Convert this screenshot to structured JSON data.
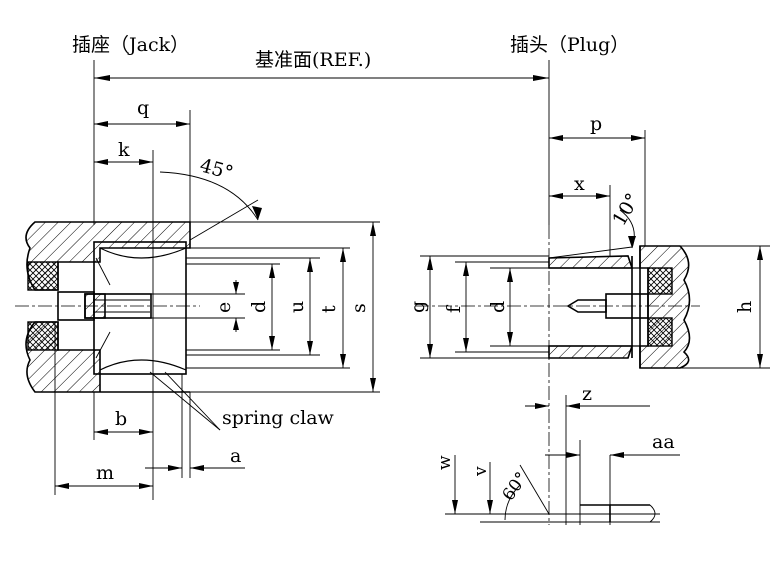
{
  "titles": {
    "jack": "插座（Jack）",
    "ref": "基准面(REF.)",
    "plug": "插头（Plug）"
  },
  "dimensions": {
    "q": "q",
    "k": "k",
    "angle45": "45°",
    "e": "e",
    "d_jack": "d",
    "u": "u",
    "t": "t",
    "s": "s",
    "b": "b",
    "m": "m",
    "a": "a",
    "spring_claw": "spring claw",
    "p": "p",
    "x": "x",
    "angle10": "10°",
    "g": "g",
    "f": "f",
    "d_plug": "d",
    "h": "h",
    "z": "z",
    "aa": "aa",
    "w": "w",
    "v": "v",
    "angle60": "60°"
  }
}
